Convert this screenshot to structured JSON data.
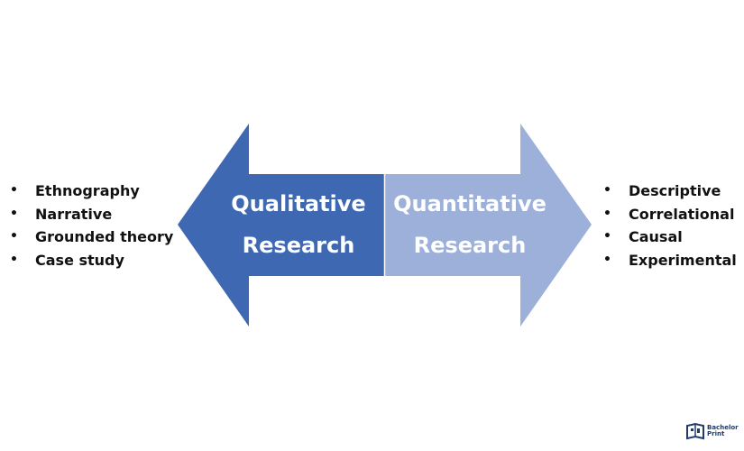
{
  "colors": {
    "qualitative_arrow": "#3f68b2",
    "quantitative_arrow": "#9db0da",
    "divider": "#ffffff",
    "text_dark": "#111111",
    "logo": "#1f3a6e"
  },
  "qualitative": {
    "line1": "Qualitative",
    "line2": "Research",
    "methods": [
      "Ethnography",
      "Narrative",
      "Grounded theory",
      "Case study"
    ]
  },
  "quantitative": {
    "line1": "Quantitative",
    "line2": "Research",
    "methods": [
      "Descriptive",
      "Correlational",
      "Causal",
      "Experimental"
    ]
  },
  "logo": {
    "icon": "open-book-icon",
    "line1": "Bachelor",
    "line2": "Print"
  }
}
